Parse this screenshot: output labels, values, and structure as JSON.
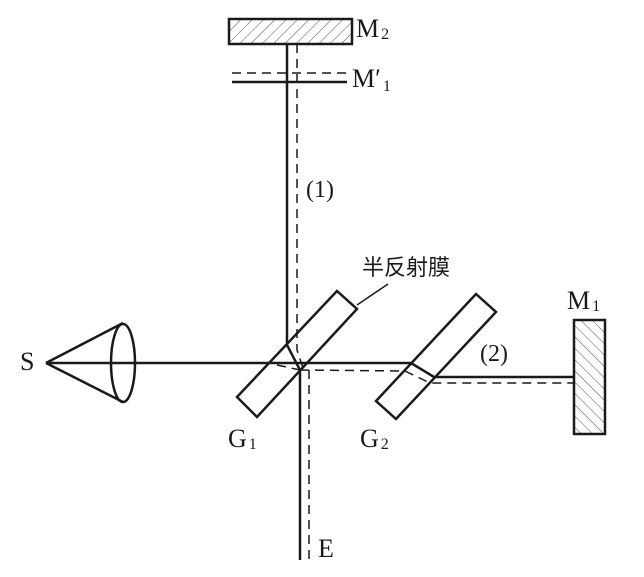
{
  "labels": {
    "source": "S",
    "m2": {
      "main": "M",
      "sub": "2"
    },
    "m1_prime": {
      "main": "M",
      "sub": "1",
      "prime": "′"
    },
    "m1": {
      "main": "M",
      "sub": "1"
    },
    "g1": {
      "main": "G",
      "sub": "1"
    },
    "g2": {
      "main": "G",
      "sub": "2"
    },
    "path1": "(1)",
    "path2": "(2)",
    "film": "半反射膜",
    "eye": "E"
  },
  "colors": {
    "ink": "#1a1a1a",
    "hatch": "#555555"
  }
}
